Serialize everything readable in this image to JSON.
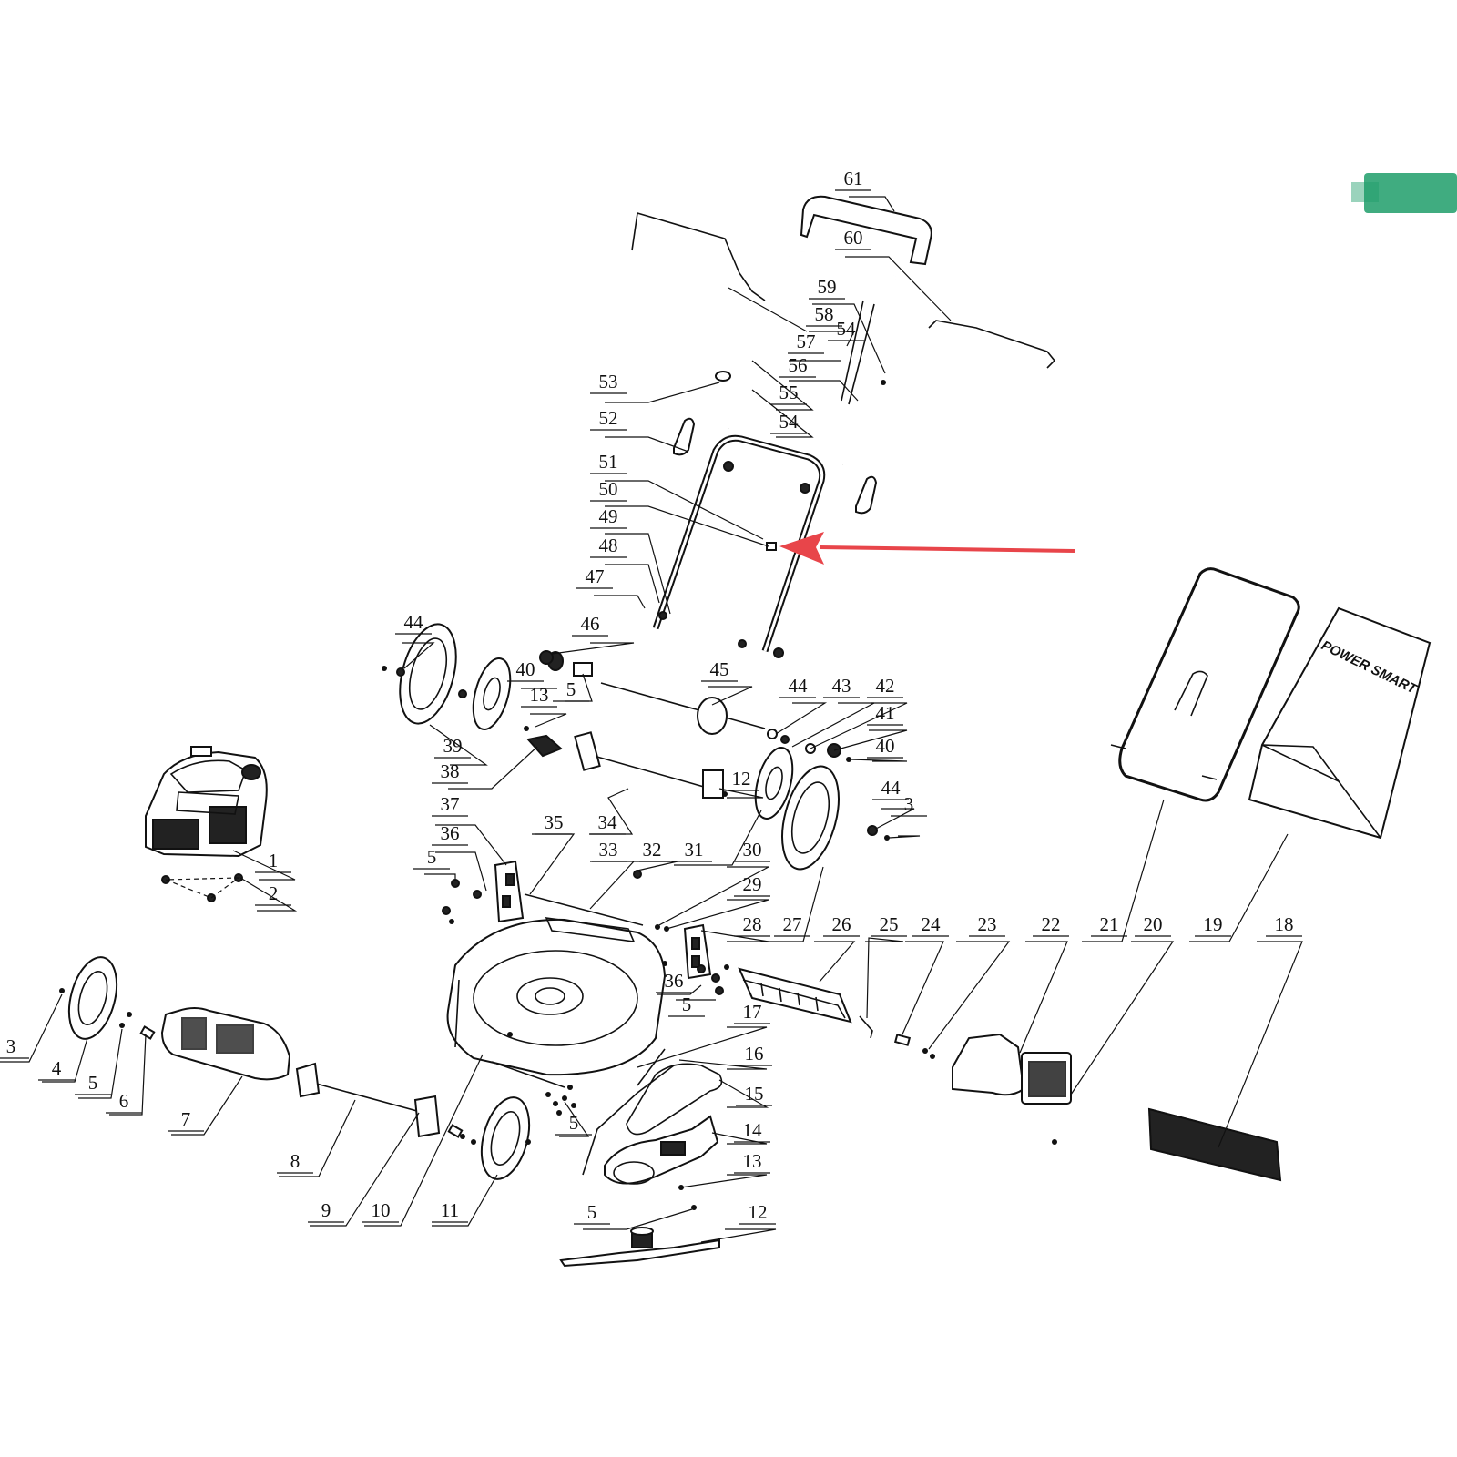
{
  "diagram": {
    "brand_text": "POWER SMART",
    "accent_color": "#1e9e6a",
    "arrow_color": "#e8454a",
    "callouts": [
      {
        "id": "c61",
        "text": "61"
      },
      {
        "id": "c60",
        "text": "60"
      },
      {
        "id": "c59",
        "text": "59"
      },
      {
        "id": "c58",
        "text": "58"
      },
      {
        "id": "c54a",
        "text": "54"
      },
      {
        "id": "c57",
        "text": "57"
      },
      {
        "id": "c56",
        "text": "56"
      },
      {
        "id": "c55",
        "text": "55"
      },
      {
        "id": "c54b",
        "text": "54"
      },
      {
        "id": "c53",
        "text": "53"
      },
      {
        "id": "c52",
        "text": "52"
      },
      {
        "id": "c51",
        "text": "51"
      },
      {
        "id": "c50",
        "text": "50"
      },
      {
        "id": "c49",
        "text": "49"
      },
      {
        "id": "c48",
        "text": "48"
      },
      {
        "id": "c47",
        "text": "47"
      },
      {
        "id": "c46",
        "text": "46"
      },
      {
        "id": "c45",
        "text": "45"
      },
      {
        "id": "c44a",
        "text": "44"
      },
      {
        "id": "c40a",
        "text": "40"
      },
      {
        "id": "c5a",
        "text": "5"
      },
      {
        "id": "c13a",
        "text": "13"
      },
      {
        "id": "c39",
        "text": "39"
      },
      {
        "id": "c38",
        "text": "38"
      },
      {
        "id": "c44b",
        "text": "44"
      },
      {
        "id": "c43",
        "text": "43"
      },
      {
        "id": "c42",
        "text": "42"
      },
      {
        "id": "c41",
        "text": "41"
      },
      {
        "id": "c40b",
        "text": "40"
      },
      {
        "id": "c12a",
        "text": "12"
      },
      {
        "id": "c44c",
        "text": "44"
      },
      {
        "id": "c3a",
        "text": "3"
      },
      {
        "id": "c1",
        "text": "1"
      },
      {
        "id": "c2",
        "text": "2"
      },
      {
        "id": "c37",
        "text": "37"
      },
      {
        "id": "c36a",
        "text": "36"
      },
      {
        "id": "c5b",
        "text": "5"
      },
      {
        "id": "c35",
        "text": "35"
      },
      {
        "id": "c34",
        "text": "34"
      },
      {
        "id": "c33",
        "text": "33"
      },
      {
        "id": "c32",
        "text": "32"
      },
      {
        "id": "c31",
        "text": "31"
      },
      {
        "id": "c30",
        "text": "30"
      },
      {
        "id": "c29",
        "text": "29"
      },
      {
        "id": "c28",
        "text": "28"
      },
      {
        "id": "c27",
        "text": "27"
      },
      {
        "id": "c26",
        "text": "26"
      },
      {
        "id": "c25",
        "text": "25"
      },
      {
        "id": "c24",
        "text": "24"
      },
      {
        "id": "c23",
        "text": "23"
      },
      {
        "id": "c22",
        "text": "22"
      },
      {
        "id": "c21",
        "text": "21"
      },
      {
        "id": "c20",
        "text": "20"
      },
      {
        "id": "c19",
        "text": "19"
      },
      {
        "id": "c18",
        "text": "18"
      },
      {
        "id": "c36b",
        "text": "36"
      },
      {
        "id": "c5c",
        "text": "5"
      },
      {
        "id": "c17",
        "text": "17"
      },
      {
        "id": "c16",
        "text": "16"
      },
      {
        "id": "c15",
        "text": "15"
      },
      {
        "id": "c14",
        "text": "14"
      },
      {
        "id": "c13b",
        "text": "13"
      },
      {
        "id": "c5d",
        "text": "5"
      },
      {
        "id": "c12b",
        "text": "12"
      },
      {
        "id": "c3b",
        "text": "3"
      },
      {
        "id": "c4",
        "text": "4"
      },
      {
        "id": "c5e",
        "text": "5"
      },
      {
        "id": "c6",
        "text": "6"
      },
      {
        "id": "c7",
        "text": "7"
      },
      {
        "id": "c8",
        "text": "8"
      },
      {
        "id": "c9",
        "text": "9"
      },
      {
        "id": "c10",
        "text": "10"
      },
      {
        "id": "c11",
        "text": "11"
      },
      {
        "id": "c5f",
        "text": "5"
      }
    ]
  }
}
